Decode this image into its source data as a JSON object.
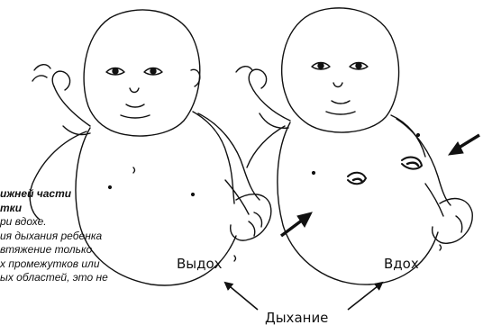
{
  "caption": {
    "lines": [
      "ижней части",
      "тки",
      "ри вдохе.",
      "ия дыхания ребенка",
      "втяжение только",
      "х промежутков или",
      "ых областей, это не"
    ]
  },
  "labels": {
    "exhale": "Выдох",
    "inhale": "Вдох",
    "breathing": "Дыхание"
  },
  "colors": {
    "ink": "#111111",
    "background": "#ffffff"
  }
}
